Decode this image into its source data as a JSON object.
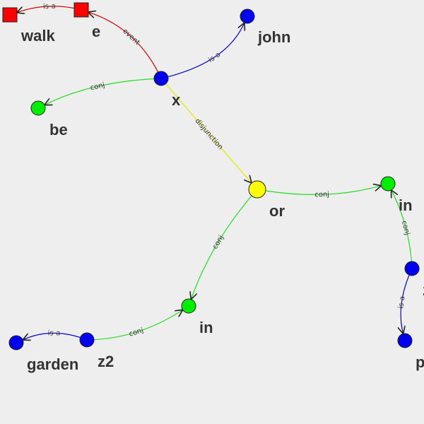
{
  "colors": {
    "background": "#eeeeee",
    "red": "#ff0000",
    "blue": "#0000ee",
    "green": "#00ee00",
    "yellow": "#ffff00",
    "edge_red": "#dd0000",
    "edge_blue": "#0000dd",
    "edge_green": "#22dd22",
    "edge_yellow": "#e6e600",
    "text": "#333333"
  },
  "nodes": {
    "walk": {
      "label": "walk",
      "shape": "square",
      "color": "red"
    },
    "e": {
      "label": "e",
      "shape": "square",
      "color": "red"
    },
    "john": {
      "label": "john",
      "shape": "circle",
      "color": "blue"
    },
    "x": {
      "label": "x",
      "shape": "circle",
      "color": "blue"
    },
    "be": {
      "label": "be",
      "shape": "circle",
      "color": "green"
    },
    "or": {
      "label": "or",
      "shape": "circle",
      "color": "yellow"
    },
    "in_right": {
      "label": "in",
      "shape": "circle",
      "color": "green"
    },
    "z_right": {
      "label": "z",
      "shape": "circle",
      "color": "blue"
    },
    "p": {
      "label": "p",
      "shape": "circle",
      "color": "blue"
    },
    "in_mid": {
      "label": "in",
      "shape": "circle",
      "color": "green"
    },
    "z2": {
      "label": "z2",
      "shape": "circle",
      "color": "blue"
    },
    "garden": {
      "label": "garden",
      "shape": "circle",
      "color": "blue"
    }
  },
  "edges": [
    {
      "id": "e-walk",
      "from": "e",
      "to": "walk",
      "label": "is-a",
      "color": "edge_red"
    },
    {
      "id": "x-e",
      "from": "x",
      "to": "e",
      "label": "event",
      "color": "edge_red"
    },
    {
      "id": "x-john",
      "from": "x",
      "to": "john",
      "label": "is-a",
      "color": "edge_blue"
    },
    {
      "id": "x-be",
      "from": "x",
      "to": "be",
      "label": "conj",
      "color": "edge_green"
    },
    {
      "id": "x-or",
      "from": "x",
      "to": "or",
      "label": "disjunction",
      "color": "edge_yellow"
    },
    {
      "id": "or-in_right",
      "from": "or",
      "to": "in_right",
      "label": "conj",
      "color": "edge_green"
    },
    {
      "id": "z_right-in_right",
      "from": "z_right",
      "to": "in_right",
      "label": "conj",
      "color": "edge_green"
    },
    {
      "id": "z_right-p",
      "from": "z_right",
      "to": "p",
      "label": "is-a",
      "color": "edge_blue"
    },
    {
      "id": "or-in_mid",
      "from": "or",
      "to": "in_mid",
      "label": "conj",
      "color": "edge_green"
    },
    {
      "id": "z2-in_mid",
      "from": "z2",
      "to": "in_mid",
      "label": "conj",
      "color": "edge_green"
    },
    {
      "id": "z2-garden",
      "from": "z2",
      "to": "garden",
      "label": "is-a",
      "color": "edge_blue"
    }
  ]
}
